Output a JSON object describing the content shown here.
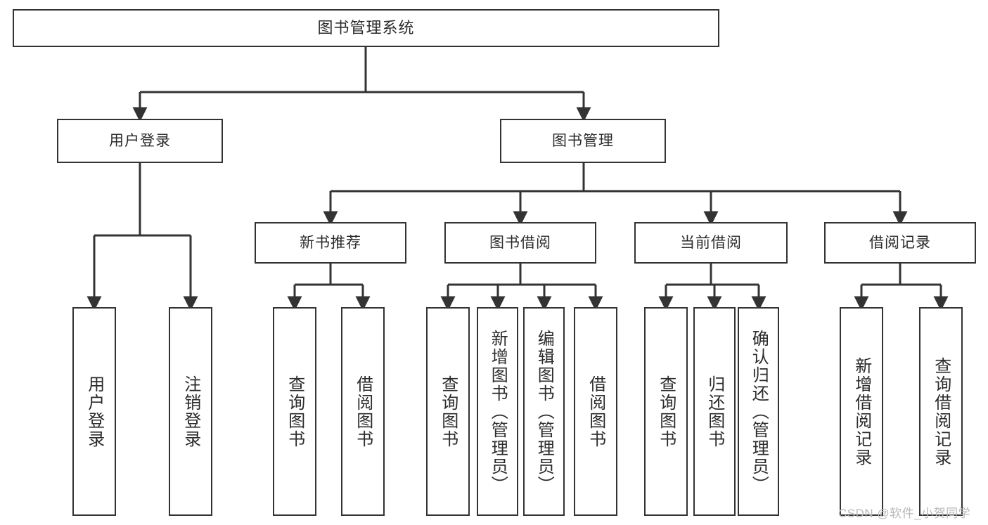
{
  "diagram": {
    "type": "tree-hierarchy-chart",
    "title": "图书管理系统",
    "line_color": "#333333",
    "box_fill": "#ffffff",
    "text_color": "#2b2b2b",
    "levels": {
      "root": {
        "label": "图书管理系统"
      },
      "level2": [
        {
          "label": "用户登录"
        },
        {
          "label": "图书管理"
        }
      ],
      "level3": [
        {
          "label": "新书推荐"
        },
        {
          "label": "图书借阅"
        },
        {
          "label": "当前借阅"
        },
        {
          "label": "借阅记录"
        }
      ],
      "leaves": {
        "user_login": [
          {
            "label": "用户登录"
          },
          {
            "label": "注销登录"
          }
        ],
        "new_book_recommend": [
          {
            "label": "查询图书"
          },
          {
            "label": "借阅图书"
          }
        ],
        "book_borrow": [
          {
            "label": "查询图书"
          },
          {
            "label": "新增图书（管理员）"
          },
          {
            "label": "编辑图书（管理员）"
          },
          {
            "label": "借阅图书"
          }
        ],
        "current_borrow": [
          {
            "label": "查询图书"
          },
          {
            "label": "归还图书"
          },
          {
            "label": "确认归还（管理员）"
          }
        ],
        "borrow_record": [
          {
            "label": "新增借阅记录"
          },
          {
            "label": "查询借阅记录"
          }
        ]
      }
    }
  },
  "watermark": {
    "text": "CSDN @软件_小贺同学"
  }
}
